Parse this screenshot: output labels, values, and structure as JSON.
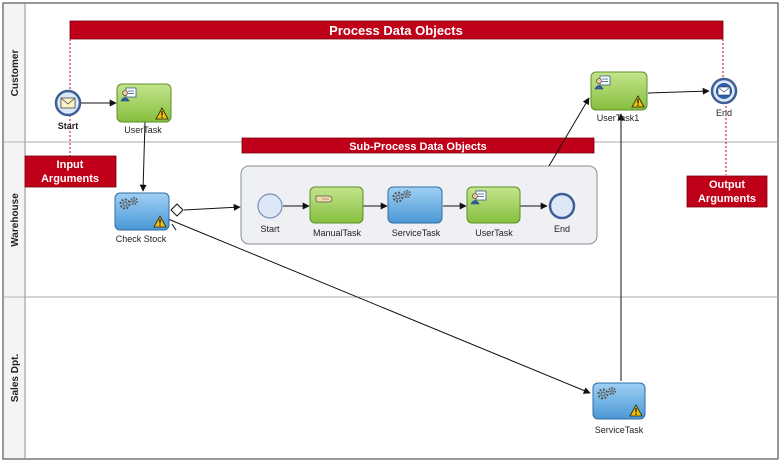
{
  "diagram": {
    "lanes": [
      "Customer",
      "Warehouse",
      "Sales Dpt."
    ],
    "banners": {
      "process": "Process Data Objects",
      "subprocess": "Sub-Process Data Objects"
    },
    "callouts": {
      "input": [
        "Input",
        "Arguments"
      ],
      "output": [
        "Output",
        "Arguments"
      ]
    },
    "nodes": {
      "start": "Start",
      "usertask": "UserTask",
      "checkstock": "Check Stock",
      "usertask1": "UserTask1",
      "end": "End",
      "servicetask_sales": "ServiceTask",
      "sub_start": "Start",
      "sub_manualtask": "ManualTask",
      "sub_servicetask": "ServiceTask",
      "sub_usertask": "UserTask",
      "sub_end": "End"
    },
    "colors": {
      "banner": "#c00018",
      "user_task_fill": "#a8d46a",
      "service_task_fill": "#6fb4e6",
      "subprocess_fill": "#eef0f3"
    },
    "icons": [
      "envelope-icon",
      "user-icon",
      "gear-icon",
      "hand-icon",
      "warning-icon"
    ]
  }
}
